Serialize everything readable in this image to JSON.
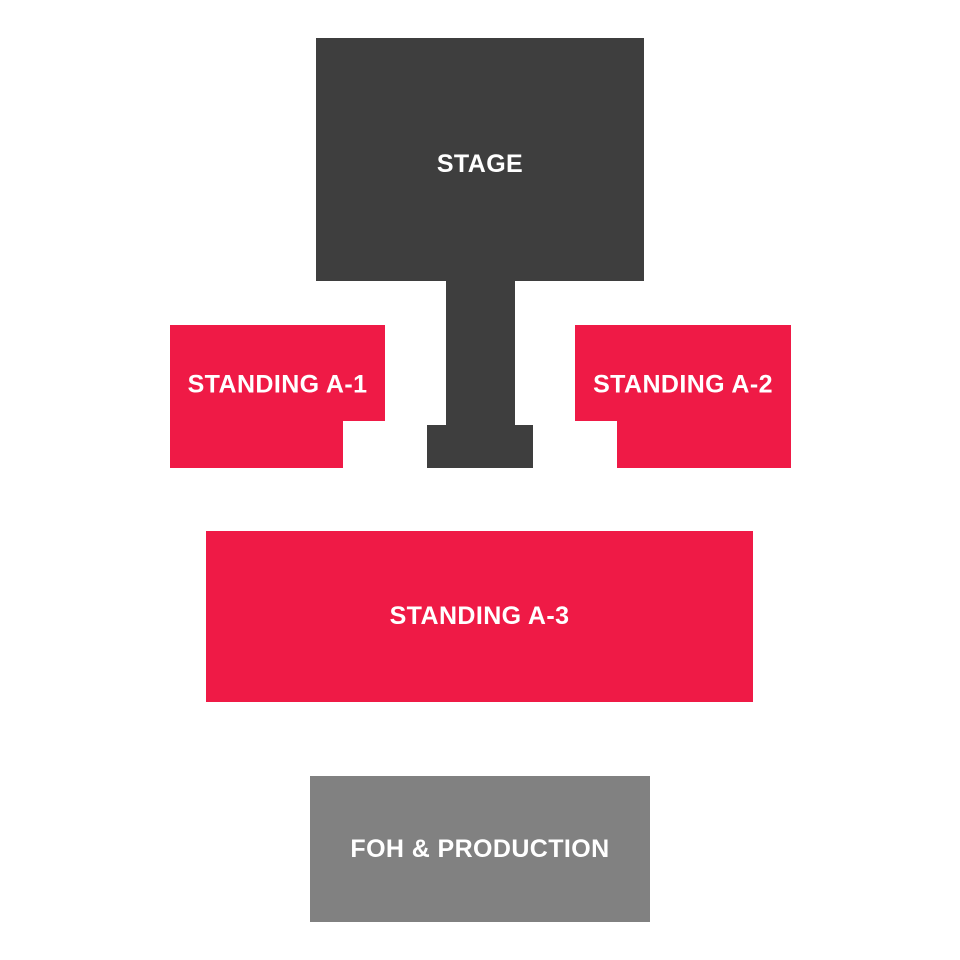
{
  "map": {
    "background": "#ffffff",
    "label_text_color": "#ffffff",
    "stage": {
      "label": "STAGE",
      "color": "#3e3e3e"
    },
    "runway": {
      "color": "#3e3e3e"
    },
    "sections": [
      {
        "id": "standing-a1",
        "label": "STANDING A-1",
        "color": "#ef1a46"
      },
      {
        "id": "standing-a2",
        "label": "STANDING A-2",
        "color": "#ef1a46"
      },
      {
        "id": "standing-a3",
        "label": "STANDING A-3",
        "color": "#ef1a46"
      }
    ],
    "foh": {
      "label": "FOH & PRODUCTION",
      "color": "#818181"
    }
  }
}
